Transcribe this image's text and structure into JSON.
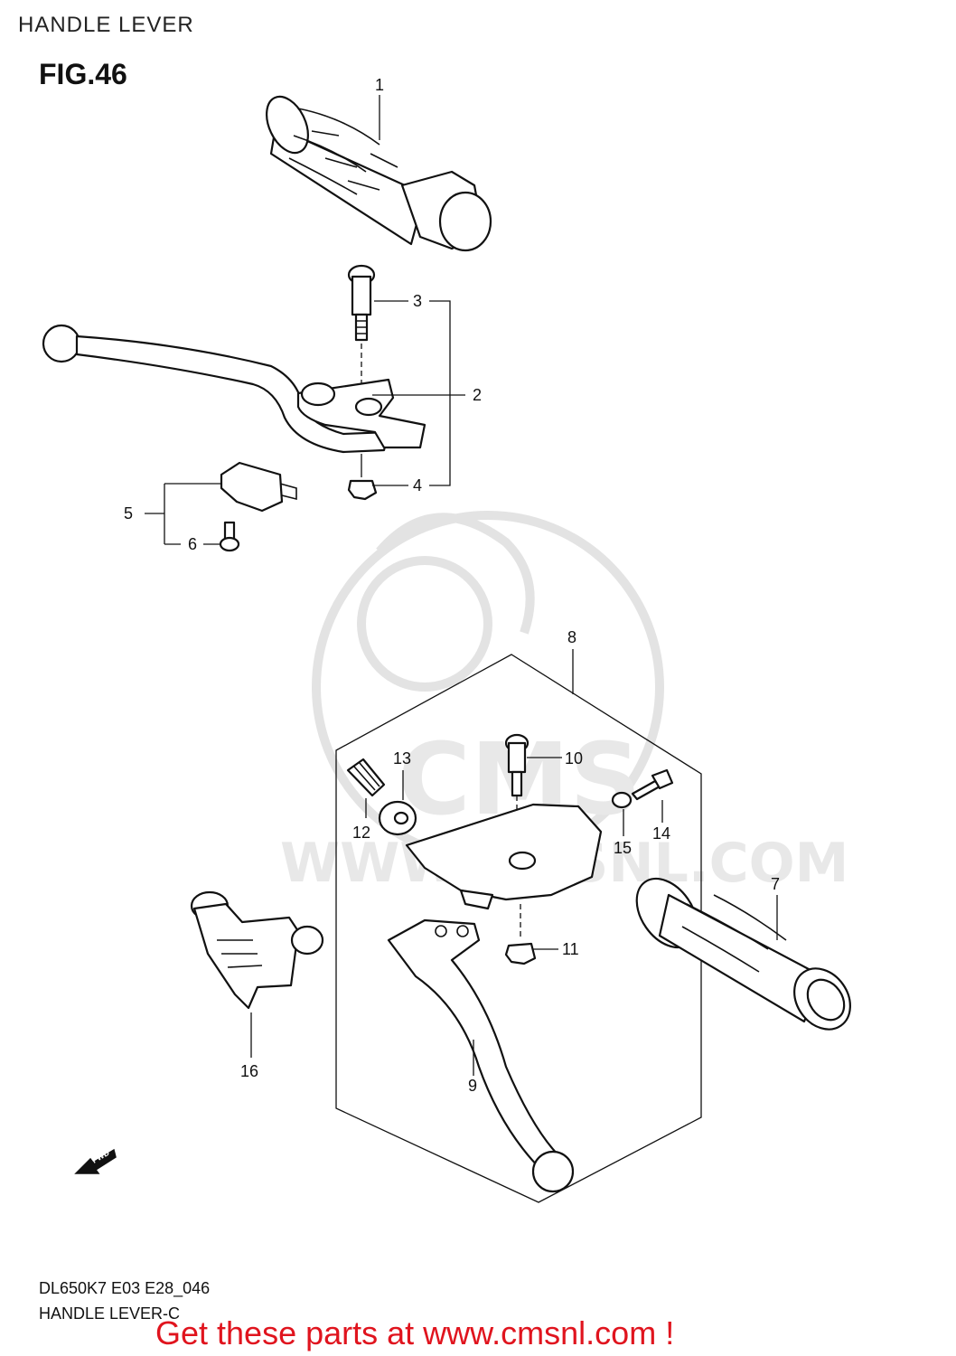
{
  "header": {
    "title": "HANDLE LEVER",
    "figure": "FIG.46"
  },
  "footer": {
    "model_code": "DL650K7 E03 E28_046",
    "caption": "HANDLE LEVER-C",
    "promo": "Get these parts at www.cmsnl.com !"
  },
  "watermark": {
    "brand": "CMS",
    "url": "WWW.CMSNL.COM"
  },
  "fwd_marker": "FWD",
  "callouts": [
    "1",
    "2",
    "3",
    "4",
    "5",
    "6",
    "7",
    "8",
    "9",
    "10",
    "11",
    "12",
    "13",
    "14",
    "15",
    "16"
  ]
}
